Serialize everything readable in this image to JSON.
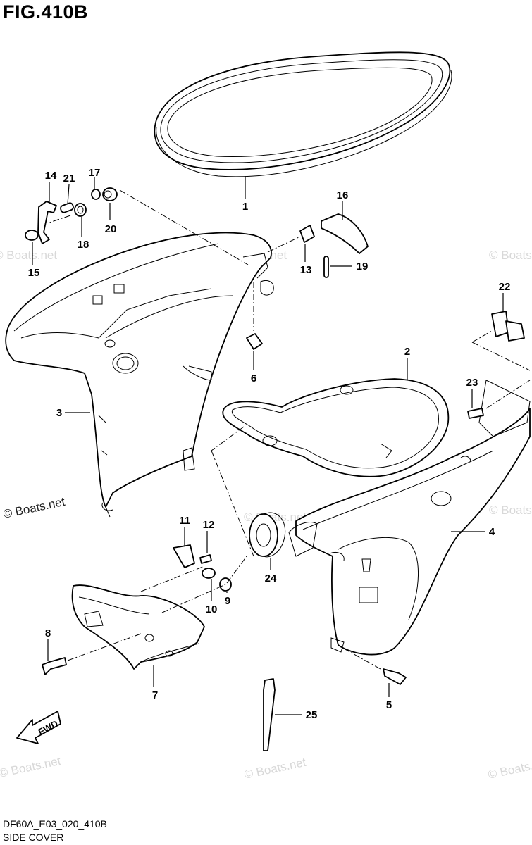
{
  "figure": {
    "title": "FIG.410B",
    "code": "DF60A_E03_020_410B",
    "name": "SIDE COVER",
    "watermark": "© Boats.net",
    "fwd_label": "FWD"
  },
  "callouts": [
    {
      "id": "c1",
      "label": "1"
    },
    {
      "id": "c2",
      "label": "2"
    },
    {
      "id": "c3",
      "label": "3"
    },
    {
      "id": "c4",
      "label": "4"
    },
    {
      "id": "c5",
      "label": "5"
    },
    {
      "id": "c6",
      "label": "6"
    },
    {
      "id": "c7",
      "label": "7"
    },
    {
      "id": "c8",
      "label": "8"
    },
    {
      "id": "c9",
      "label": "9"
    },
    {
      "id": "c10",
      "label": "10"
    },
    {
      "id": "c11",
      "label": "11"
    },
    {
      "id": "c12",
      "label": "12"
    },
    {
      "id": "c13",
      "label": "13"
    },
    {
      "id": "c14",
      "label": "14"
    },
    {
      "id": "c15",
      "label": "15"
    },
    {
      "id": "c16",
      "label": "16"
    },
    {
      "id": "c17",
      "label": "17"
    },
    {
      "id": "c18",
      "label": "18"
    },
    {
      "id": "c19",
      "label": "19"
    },
    {
      "id": "c20",
      "label": "20"
    },
    {
      "id": "c21",
      "label": "21"
    },
    {
      "id": "c22",
      "label": "22"
    },
    {
      "id": "c23",
      "label": "23"
    },
    {
      "id": "c24",
      "label": "24"
    },
    {
      "id": "c25",
      "label": "25"
    }
  ]
}
